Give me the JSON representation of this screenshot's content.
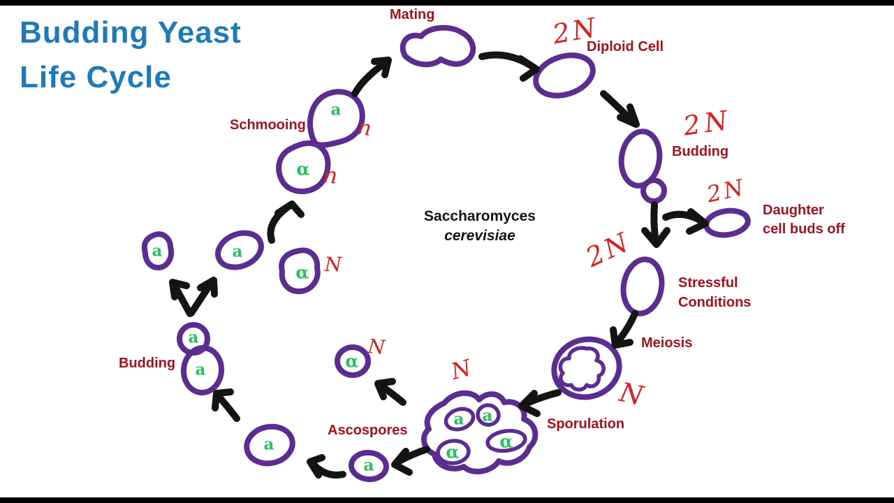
{
  "colors": {
    "background": "#ffffff",
    "letterbox": "#000000",
    "title": "#1e7ab8",
    "label": "#a3121f",
    "annotation": "#dd2020",
    "mating-type": "#2abf60",
    "cell-outline": "#5b2d91",
    "arrow": "#141414"
  },
  "title": {
    "line1": "Budding Yeast",
    "line2": "Life Cycle"
  },
  "organism": {
    "genus": "Saccharomyces",
    "species": "cerevisiae"
  },
  "stages": {
    "mating": "Mating",
    "diploid_cell": "Diploid Cell",
    "budding_diploid": "Budding",
    "daughter_line1": "Daughter",
    "daughter_line2": "cell buds off",
    "stressful_line1": "Stressful",
    "stressful_line2": "Conditions",
    "meiosis": "Meiosis",
    "sporulation": "Sporulation",
    "ascospores": "Ascospores",
    "budding_haploid": "Budding",
    "schmooing": "Schmooing"
  },
  "ploidy": {
    "diploid": "2N",
    "haploid": "N",
    "haploid_lower": "n"
  },
  "mating_types": {
    "a": "a",
    "alpha": "α"
  }
}
